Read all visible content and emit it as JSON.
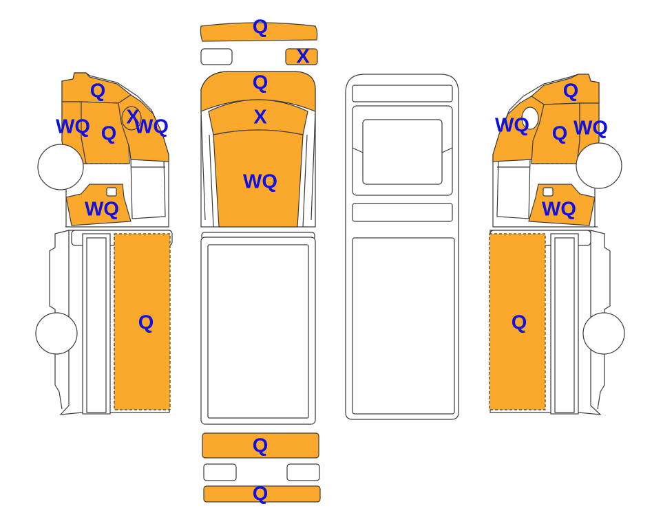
{
  "colors": {
    "panel": "#FBA92C",
    "label": "#1010E0",
    "outline": "#3a3a3a"
  },
  "labels": {
    "q": "Q",
    "wq": "WQ",
    "x": "X"
  }
}
